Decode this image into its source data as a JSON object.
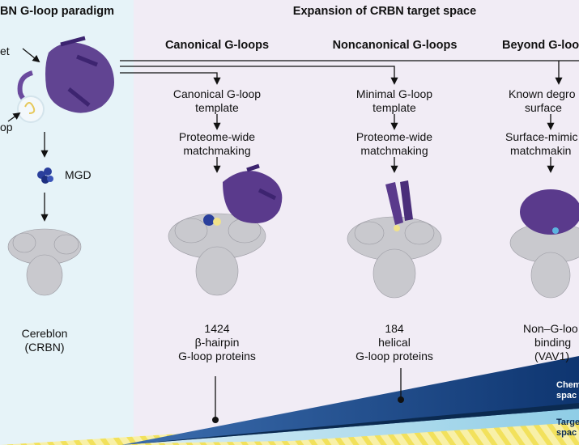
{
  "left_panel": {
    "title": "BN G-loop paradigm",
    "edge_label_top": "et",
    "edge_label_bottom": "op",
    "mgd_label": "MGD",
    "cereblon_line1": "Cereblon",
    "cereblon_line2": "(CRBN)"
  },
  "right_panel": {
    "title": "Expansion of CRBN target space",
    "columns": [
      {
        "heading": "Canonical G-loops",
        "step1_line1": "Canonical G-loop",
        "step1_line2": "template",
        "step2_line1": "Proteome-wide",
        "step2_line2": "matchmaking",
        "count": "1424",
        "desc_line1": "β-hairpin",
        "desc_line2": "G-loop proteins"
      },
      {
        "heading": "Noncanonical G-loops",
        "step1_line1": "Minimal G-loop",
        "step1_line2": "template",
        "step2_line1": "Proteome-wide",
        "step2_line2": "matchmaking",
        "count": "184",
        "desc_line1": "helical",
        "desc_line2": "G-loop proteins"
      },
      {
        "heading": "Beyond G-loo",
        "step1_line1": "Known degro",
        "step1_line2": "surface",
        "step2_line1": "Surface-mimic",
        "step2_line2": "matchmakin",
        "count": "Non–G-loo",
        "desc_line1": "binding",
        "desc_line2": "(VAV1)"
      }
    ]
  },
  "bottom": {
    "chem_line1": "Chem",
    "chem_line2": "spac",
    "target_line1": "Targe",
    "target_line2": "spac"
  },
  "colors": {
    "left_bg": "#e6f3f8",
    "right_bg": "#f1ecf5",
    "protein_purple": "#5a3a8c",
    "crbn_gray": "#c8c8cc",
    "mgd_blue": "#2a3f9c",
    "chem_wedge": "#123d7a",
    "target_wedge": "#a9d9ec",
    "stripe_yellow": "#f4e56a"
  },
  "icons": [
    "arrow-down-icon",
    "protein-structure-icon",
    "crbn-surface-icon",
    "mgd-molecule-icon"
  ]
}
